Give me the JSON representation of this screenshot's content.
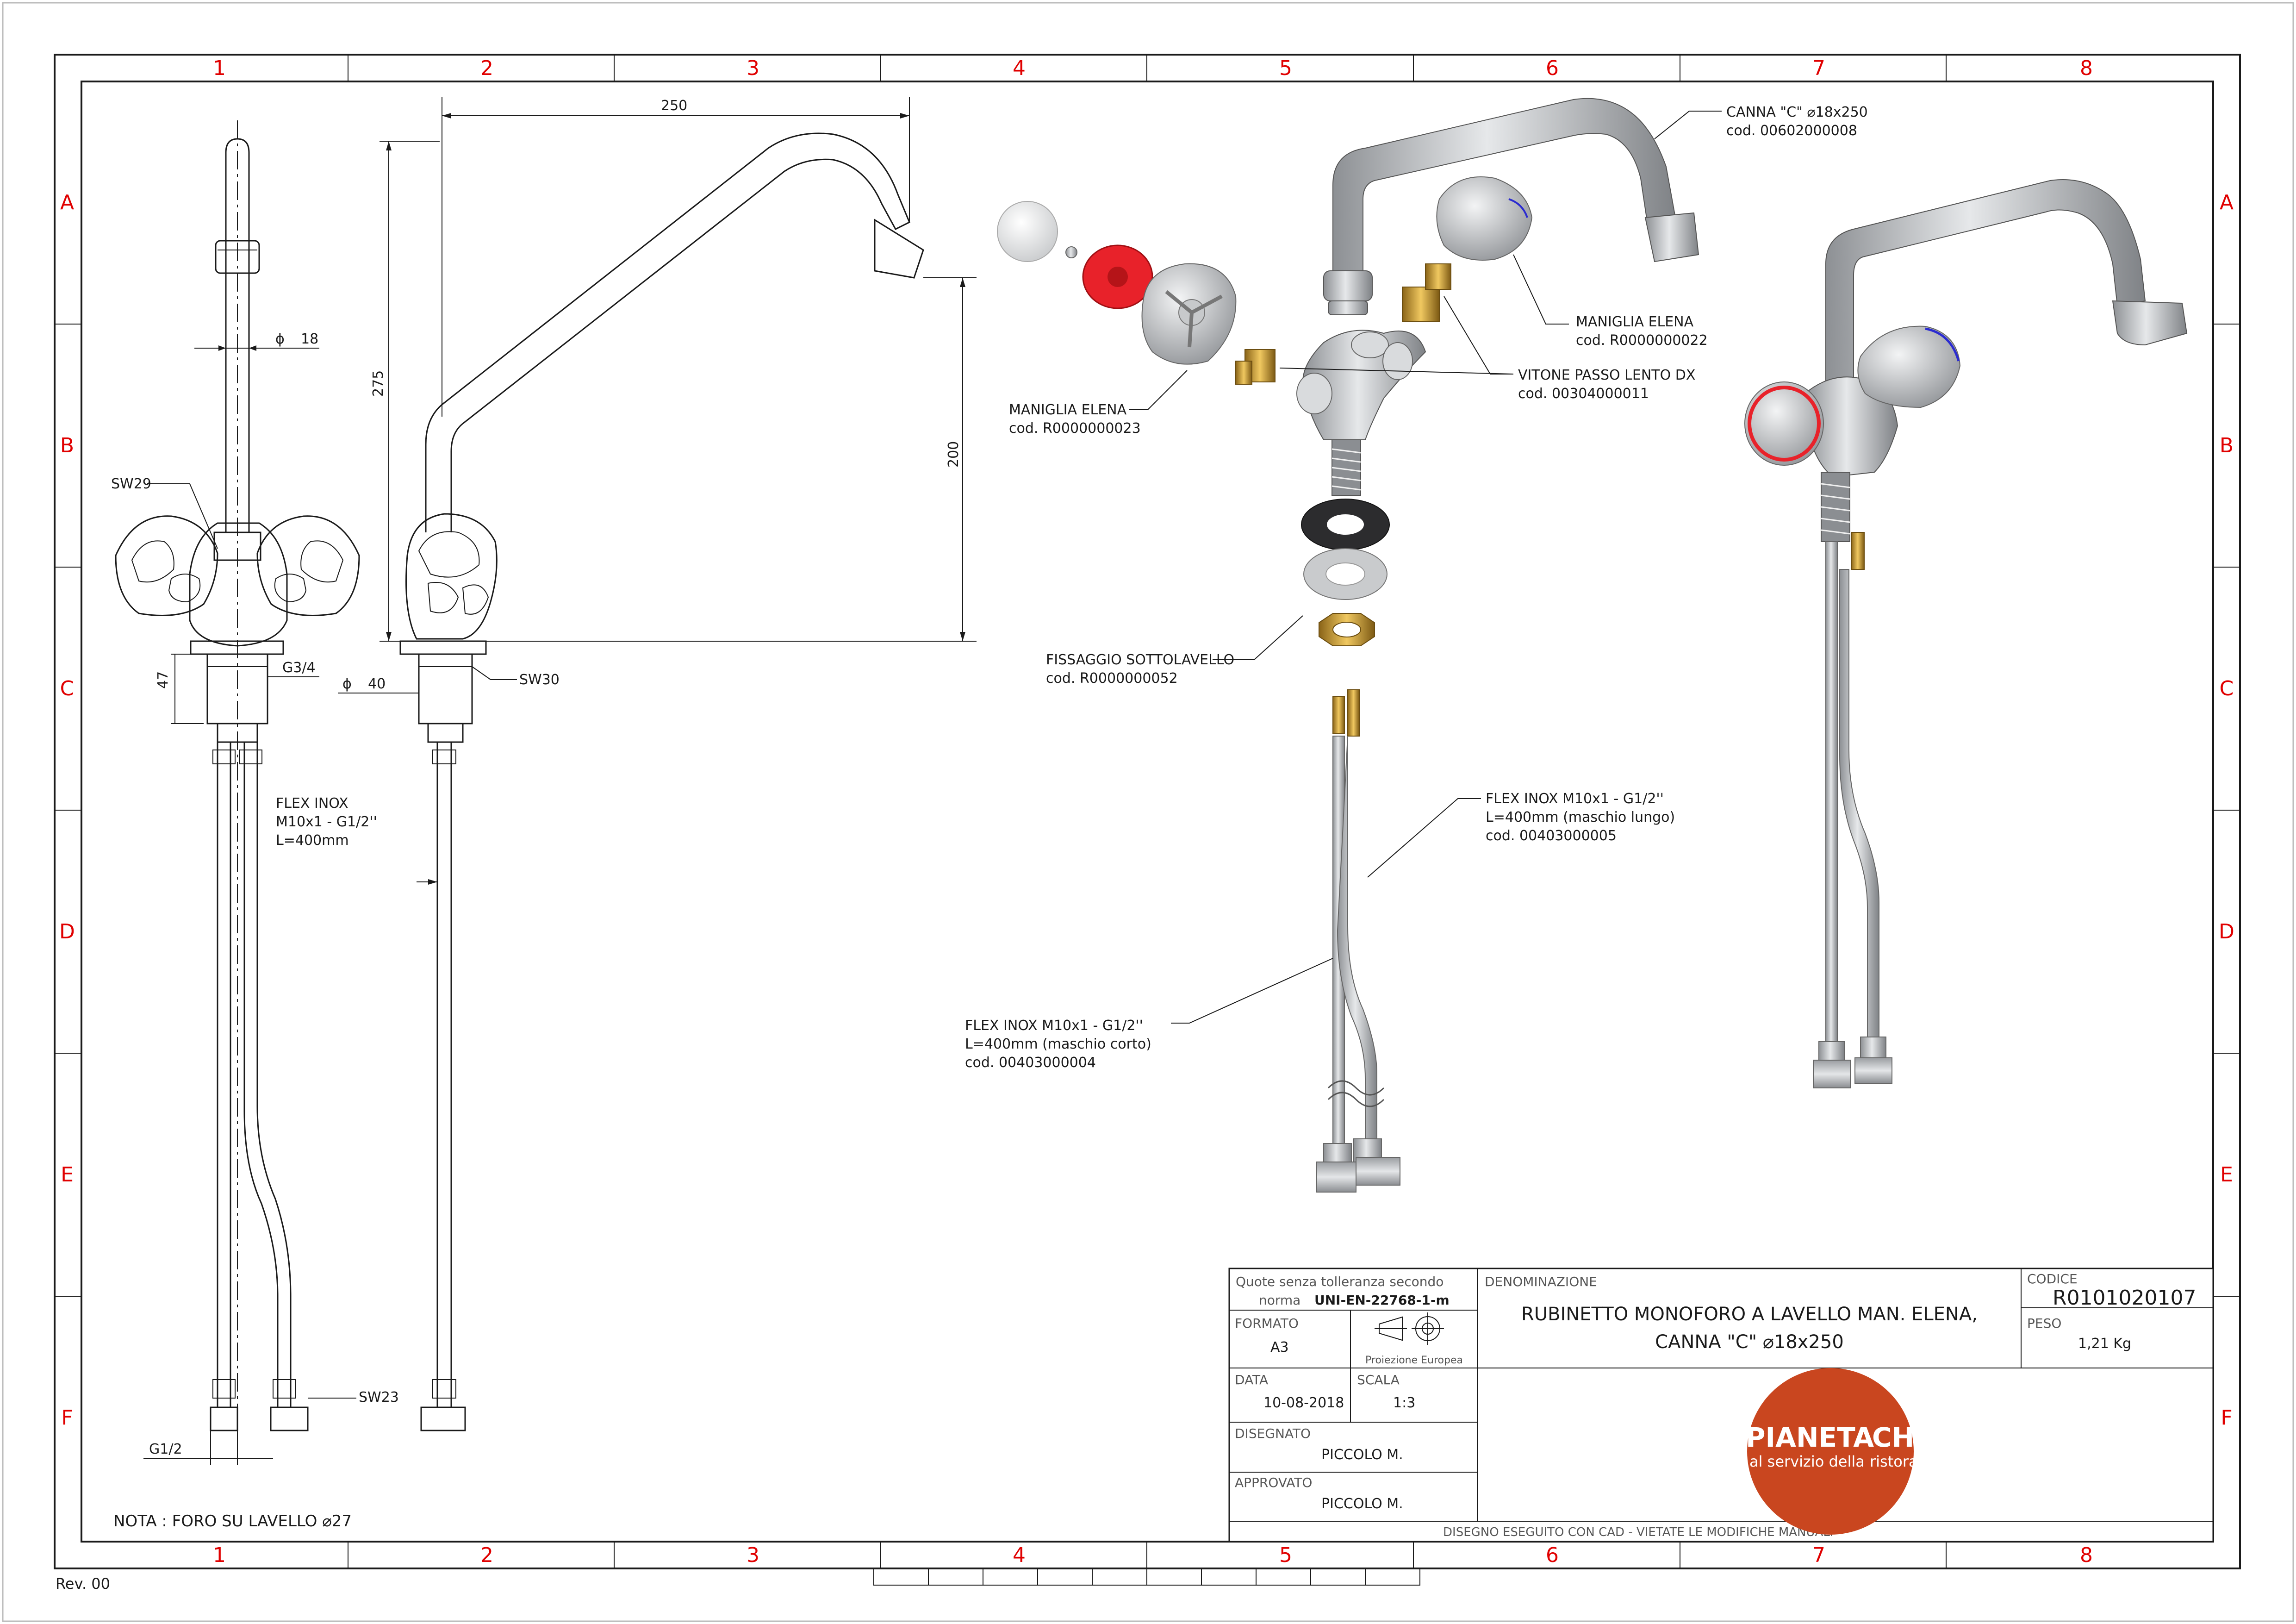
{
  "zones": {
    "columns": [
      "1",
      "2",
      "3",
      "4",
      "5",
      "6",
      "7",
      "8"
    ],
    "rows": [
      "A",
      "B",
      "C",
      "D",
      "E",
      "F"
    ]
  },
  "dimensions": {
    "d18": "18",
    "d250": "250",
    "d275": "275",
    "d200": "200",
    "d47": "47",
    "g34": "G3/4",
    "d40": "40",
    "sw29": "SW29",
    "sw30": "SW30",
    "sw23": "SW23",
    "g12": "G1/2",
    "phi": "ϕ"
  },
  "flex_side": [
    "FLEX INOX",
    "M10x1 - G1/2''",
    "L=400mm"
  ],
  "note": "NOTA : FORO SU LAVELLO ⌀27",
  "rev": "Rev. 00",
  "callouts": {
    "canna": [
      "CANNA \"C\" ⌀18x250",
      "cod. 00602000008"
    ],
    "maniglia_dx": [
      "MANIGLIA ELENA",
      "cod. R0000000022"
    ],
    "vitone": [
      "VITONE PASSO LENTO DX",
      "cod. 00304000011"
    ],
    "maniglia_sx": [
      "MANIGLIA ELENA",
      "cod. R0000000023"
    ],
    "fissaggio": [
      "FISSAGGIO SOTTOLAVELLO",
      "cod. R0000000052"
    ],
    "flex_lungo": [
      "FLEX INOX M10x1 - G1/2''",
      "L=400mm (maschio lungo)",
      "cod. 00403000005"
    ],
    "flex_corto": [
      "FLEX INOX M10x1 - G1/2''",
      "L=400mm (maschio corto)",
      "cod. 00403000004"
    ]
  },
  "title_block": {
    "tolerance_1": "Quote senza tolleranza secondo",
    "tolerance_2_prefix": "norma",
    "tolerance_2_norm": "UNI-EN-22768-1-m",
    "formato_label": "FORMATO",
    "formato": "A3",
    "projection": "Proiezione Europea",
    "data_label": "DATA",
    "data": "10-08-2018",
    "scala_label": "SCALA",
    "scala": "1:3",
    "disegnato_label": "DISEGNATO",
    "disegnato": "PICCOLO M.",
    "approvato_label": "APPROVATO",
    "approvato": "PICCOLO M.",
    "denominazione_label": "DENOMINAZIONE",
    "denominazione_1": "RUBINETTO MONOFORO A LAVELLO MAN. ELENA,",
    "denominazione_2": "CANNA \"C\" ⌀18x250",
    "codice_label": "CODICE",
    "codice": "R0101020107",
    "peso_label": "PESO",
    "peso": "1,21 Kg",
    "footer": "DISEGNO ESEGUITO CON CAD  - VIETATE LE MODIFICHE MANUALI"
  },
  "logo": {
    "word_1": "PIANETA",
    "word_2": "CHEF",
    "tagline_1": "al servizio della",
    "tagline_2": "ristorazione",
    "color": "#c9461f"
  },
  "colors": {
    "zone": "#e00000",
    "line": "#1a1a1a",
    "metal": "#b9bcc0",
    "brass": "#c8972e",
    "red_part": "#e8222a"
  }
}
